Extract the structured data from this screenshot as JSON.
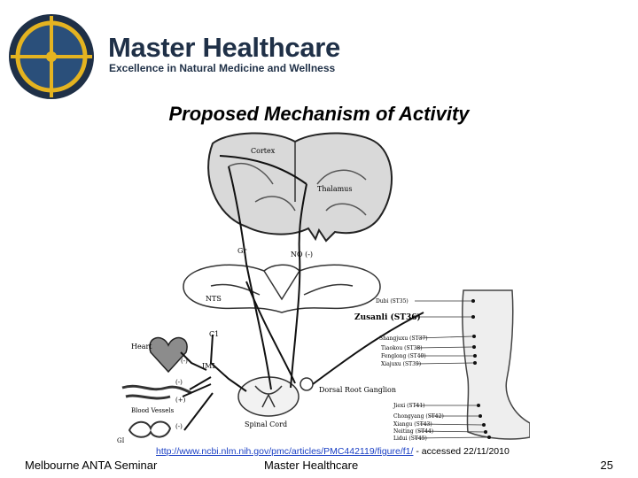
{
  "brand": {
    "name": "Master Healthcare",
    "tagline": "Excellence in Natural Medicine and Wellness",
    "logo_icon": "compass-globe-logo",
    "colors": {
      "navy": "#1f3047",
      "gold": "#e4b320",
      "blue": "#2a4f7a"
    }
  },
  "slide": {
    "title": "Proposed Mechanism of Activity"
  },
  "figure": {
    "labels": {
      "cortex": "Cortex",
      "thalamus": "Thalamus",
      "gr": "Gr",
      "no": "NO (-)",
      "nts": "NTS",
      "c1": "C1",
      "heart": "Heart",
      "iml": "IML",
      "blood_vessels": "Blood Vessels",
      "gi": "GI",
      "spinal_cord": "Spinal Cord",
      "drg": "Dorsal Root Ganglion",
      "minus": "(-)",
      "plus": "(+)"
    },
    "acupoints": [
      "Dubi (ST35)",
      "Zusanli (ST36)",
      "Shangjuxu (ST37)",
      "Tiaokou (ST38)",
      "Fenglong (ST40)",
      "Xiajuxu (ST39)",
      "Jiexi (ST41)",
      "Chongyang (ST42)",
      "Xiangu (ST43)",
      "Neiting (ST44)",
      "Lidui (ST45)"
    ]
  },
  "citation": {
    "url": "http://www.ncbi.nlm.nih.gov/pmc/articles/PMC442119/figure/f1/",
    "accessed": " - accessed 22/11/2010"
  },
  "footer": {
    "left": "Melbourne ANTA Seminar",
    "center": "Master Healthcare",
    "page": "25"
  }
}
